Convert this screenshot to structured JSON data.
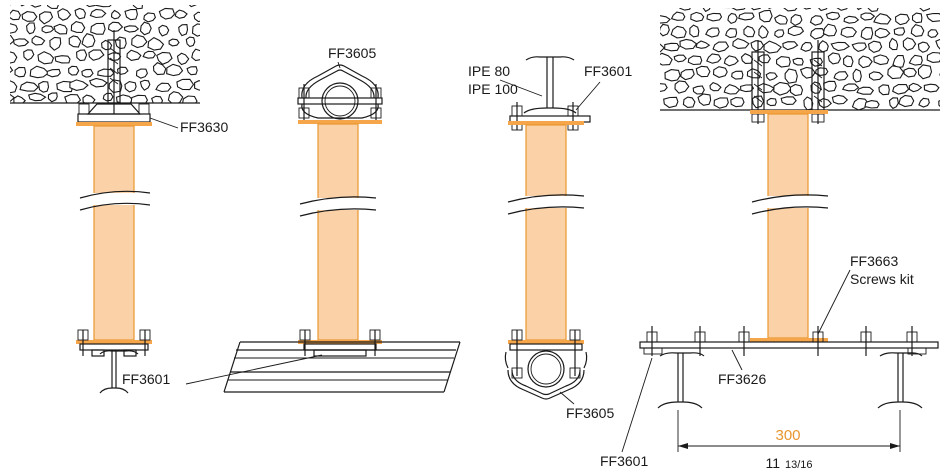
{
  "colors": {
    "support_fill": "#fbd2a8",
    "support_stroke": "#e8962e",
    "plate": "#f6a64a",
    "dimension": "#e8962e",
    "ink": "#1a1a1a"
  },
  "labels": {
    "ff3630": "FF3630",
    "ff3601_left": "FF3601",
    "ff3605_top": "FF3605",
    "ipe_80": "IPE 80",
    "ipe_100": "IPE 100",
    "ff3601_top": "FF3601",
    "ff3605_bottom": "FF3605",
    "ff3663": "FF3663",
    "screws_kit": "Screws kit",
    "ff3626": "FF3626",
    "ff3601_bottom": "FF3601"
  },
  "dimension": {
    "mm": "300",
    "inch_whole": "11",
    "inch_fraction": "13/16"
  }
}
